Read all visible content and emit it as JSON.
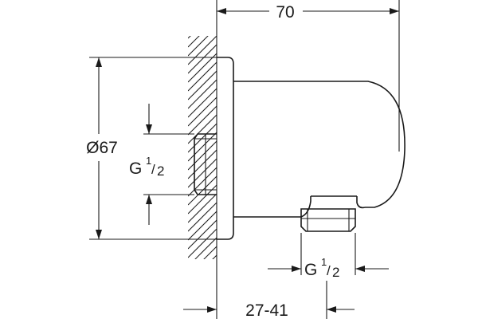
{
  "dimensions": {
    "overall_width": "70",
    "diameter": "Ø67",
    "wall_range": "27-41",
    "thread_inlet": {
      "main": "G",
      "numerator": "1",
      "denominator": "2"
    },
    "thread_outlet": {
      "main": "G",
      "numerator": "1",
      "denominator": "2"
    }
  }
}
